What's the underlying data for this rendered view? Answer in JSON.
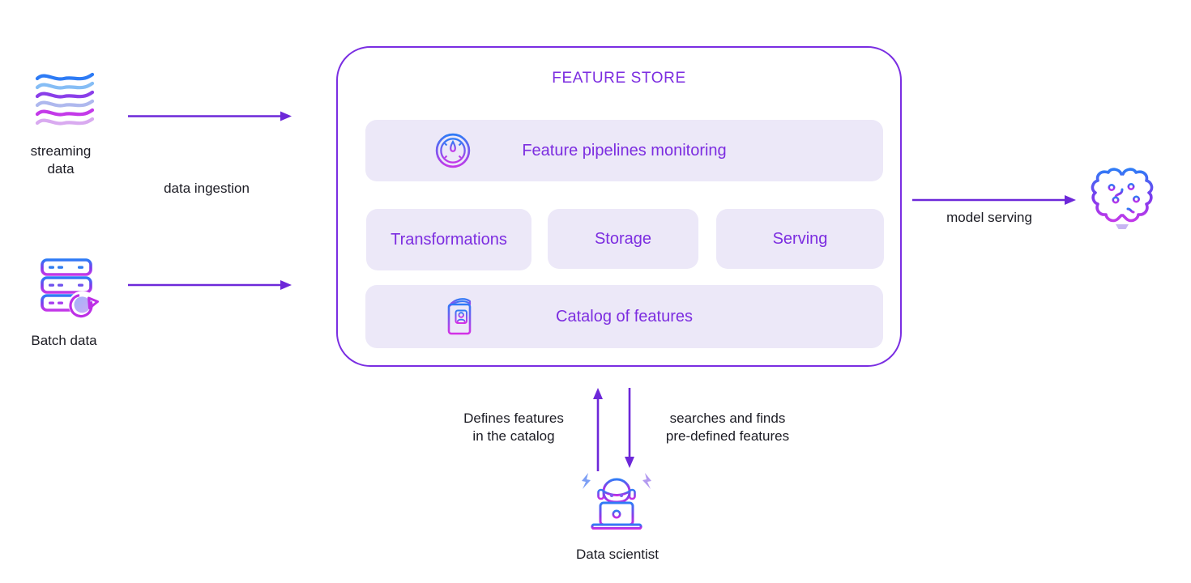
{
  "feature_store": {
    "title": "FEATURE STORE",
    "monitoring_label": "Feature pipelines monitoring",
    "transformations_label": "Transformations",
    "storage_label": "Storage",
    "serving_label": "Serving",
    "catalog_label": "Catalog of features"
  },
  "sources": {
    "streaming_label": "streaming\ndata",
    "batch_label": "Batch data"
  },
  "flows": {
    "ingestion_label": "data ingestion",
    "model_serving_label": "model serving",
    "defines_label": "Defines features\nin the catalog",
    "searches_label": "searches and finds\npre-defined features"
  },
  "actors": {
    "data_scientist_label": "Data scientist"
  },
  "icons": {
    "streaming": "streaming-waves-icon",
    "batch": "database-sync-icon",
    "monitoring": "gauge-icon",
    "catalog": "catalog-book-icon",
    "model": "ai-brain-icon",
    "data_scientist": "person-laptop-icon"
  },
  "colors": {
    "accent_purple": "#7c2de0",
    "arrow_purple": "#6d28d9",
    "box_border": "#7a2ee2",
    "pill_background": "#ece8f8",
    "dark_text": "#1c1c24",
    "icon_blue": "#2e7bf6",
    "icon_magenta": "#c438e8",
    "wave_colors": [
      "#2d7bf5",
      "#85bdf5",
      "#8a3ee9",
      "#aeb8ee",
      "#c43ae9",
      "#d9aaf0"
    ]
  }
}
